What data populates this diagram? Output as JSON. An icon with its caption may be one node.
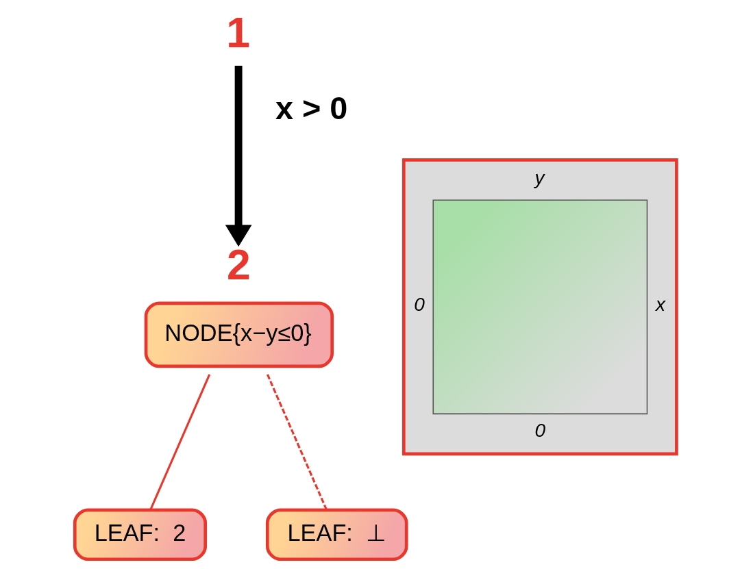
{
  "diagram": {
    "nodes": [
      {
        "text": [
          "1"
        ]
      },
      {
        "text": [
          "2",
          "NODE{x−y≤0}"
        ]
      },
      {
        "text": [
          "LEAF:  2"
        ]
      },
      {
        "text": [
          "LEAF:  ⊥"
        ]
      },
      {
        "text": [
          "y",
          "0",
          "x",
          "0"
        ]
      }
    ],
    "edges": [
      {
        "from": 0,
        "to": 1,
        "arrow": "to",
        "label": "x > 0",
        "style": "thick",
        "color": "#000000"
      },
      {
        "from": 1,
        "to": 2,
        "arrow": "none"
      },
      {
        "from": 1,
        "to": 3,
        "arrow": "none",
        "style": "dashed"
      }
    ]
  }
}
